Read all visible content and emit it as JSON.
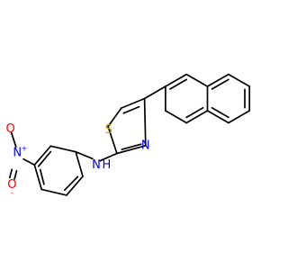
{
  "colors": {
    "bond": "#000000",
    "carbon": "#000000",
    "nitrogen": "#0000ff",
    "oxygen": "#ff0000",
    "sulfur": "#b8a300",
    "background": "#ffffff"
  },
  "atoms": {
    "thiazole_sulfur": "S",
    "thiazole_nitrogen": "N",
    "amine_nitrogen": "N",
    "amine_hydrogen": "H",
    "nitro_nitrogen": "N",
    "nitro_oxygen_top": "O",
    "nitro_oxygen_bottom": "O",
    "nitro_n_charge": "+",
    "nitro_o_charge": "-"
  }
}
